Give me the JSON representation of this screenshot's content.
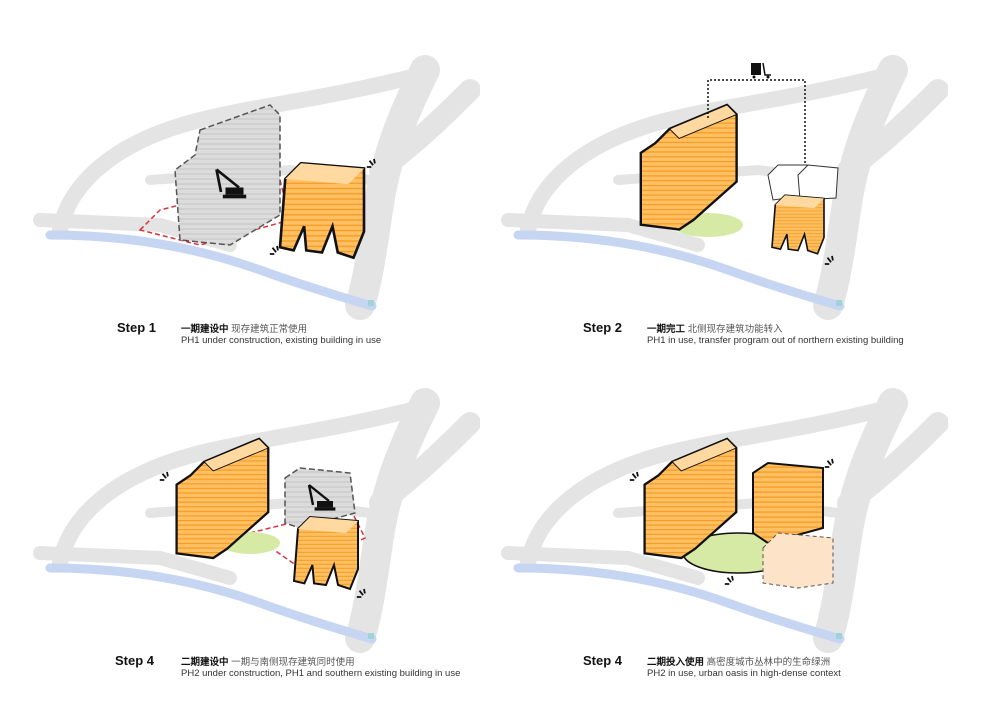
{
  "steps": [
    {
      "step": "Step 1",
      "title_zh": "一期建设中",
      "desc_zh": "现存建筑正常使用",
      "desc_en": "PH1 under construction, existing building in use"
    },
    {
      "step": "Step 2",
      "title_zh": "一期完工",
      "desc_zh": "北侧现存建筑功能转入",
      "desc_en": "PH1 in use, transfer program out of northern existing building"
    },
    {
      "step": "Step 4",
      "title_zh": "二期建设中",
      "desc_zh": "一期与南侧现存建筑同时使用",
      "desc_en": "PH2 under construction, PH1 and southern existing building in use"
    },
    {
      "step": "Step 4",
      "title_zh": "二期投入使用",
      "desc_zh": "高密度城市丛林中的生命绿洲",
      "desc_en": "PH2 in use, urban oasis in high-dense context"
    }
  ],
  "colors": {
    "building": "#ffb347",
    "building_dark": "#f59a1f",
    "road": "#e3e3e3",
    "river": "#c6d6f2",
    "green": "#d6eaa6",
    "demolition": "#d9323a",
    "ghost": "#d9d9d9"
  }
}
